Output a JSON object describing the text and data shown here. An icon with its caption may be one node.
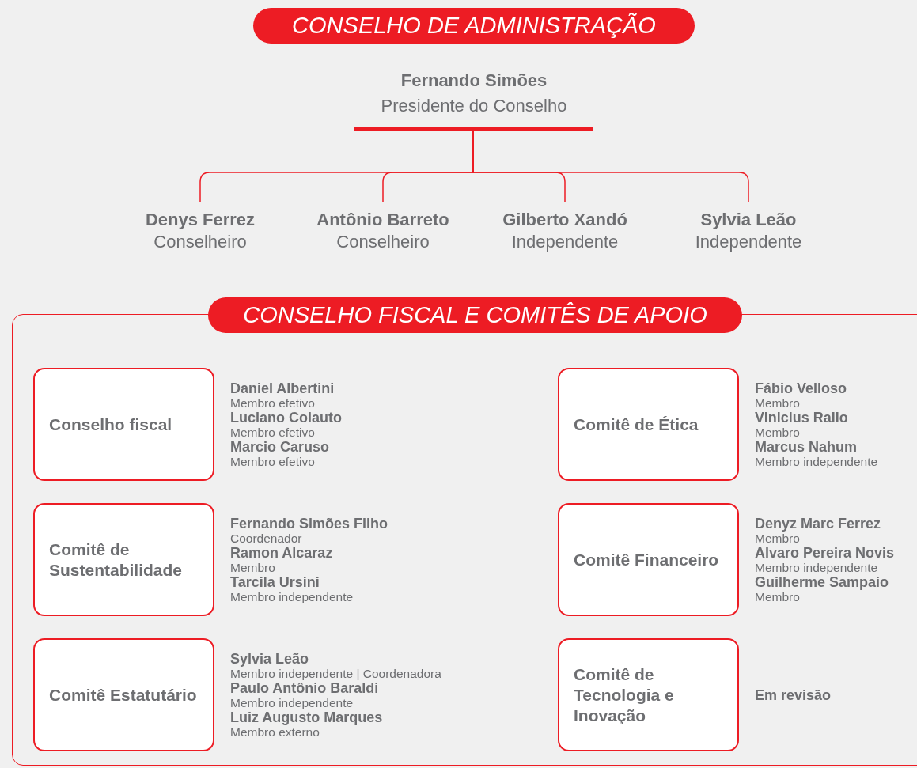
{
  "diagram": {
    "nodes": [
      {
        "text": [
          "CONSELHO DE ADMINISTRAÇÃO"
        ]
      },
      {
        "text": [
          "Fernando Simões",
          "Presidente do Conselho"
        ]
      },
      {
        "text": [
          "Denys Ferrez",
          "Conselheiro"
        ]
      },
      {
        "text": [
          "Antônio Barreto",
          "Conselheiro"
        ]
      },
      {
        "text": [
          "Gilberto Xandó",
          "Independente"
        ]
      },
      {
        "text": [
          "Sylvia Leão",
          "Independente"
        ]
      },
      {
        "text": [
          "CONSELHO FISCAL E COMITÊS DE APOIO"
        ]
      },
      {
        "text": [
          "Conselho fiscal"
        ],
        "in": 6,
        "beside": [
          "Daniel Albertini",
          "Membro efetivo",
          "Luciano Colauto",
          "Membro efetivo",
          "Marcio Caruso",
          "Membro efetivo"
        ]
      },
      {
        "text": [
          "Comitê de Ética"
        ],
        "in": 6,
        "beside": [
          "Fábio Velloso",
          "Membro",
          "Vinicius Ralio",
          "Membro",
          "Marcus Nahum",
          "Membro independente"
        ]
      },
      {
        "text": [
          "Comitê de Sustentabilidade"
        ],
        "in": 6,
        "beside": [
          "Fernando Simões Filho",
          "Coordenador",
          "Ramon Alcaraz",
          "Membro",
          "Tarcila Ursini",
          "Membro independente"
        ]
      },
      {
        "text": [
          "Comitê Financeiro"
        ],
        "in": 6,
        "beside": [
          "Denyz Marc Ferrez",
          "Membro",
          "Alvaro Pereira Novis",
          "Membro independente",
          "Guilherme Sampaio",
          "Membro"
        ]
      },
      {
        "text": [
          "Comitê Estatutário"
        ],
        "in": 6,
        "beside": [
          "Sylvia Leão",
          "Membro independente | Coordenadora",
          "Paulo Antônio Baraldi",
          "Membro independente",
          "Luiz Augusto Marques",
          "Membro externo"
        ]
      },
      {
        "text": [
          "Comitê de Tecnologia e Inovação"
        ],
        "in": 6,
        "beside": [
          "Em revisão"
        ]
      }
    ],
    "edges": [
      {
        "from": 1,
        "to": 2,
        "arrow": "none"
      },
      {
        "from": 1,
        "to": 3,
        "arrow": "none"
      },
      {
        "from": 1,
        "to": 4,
        "arrow": "none"
      },
      {
        "from": 1,
        "to": 5,
        "arrow": "none"
      }
    ]
  }
}
